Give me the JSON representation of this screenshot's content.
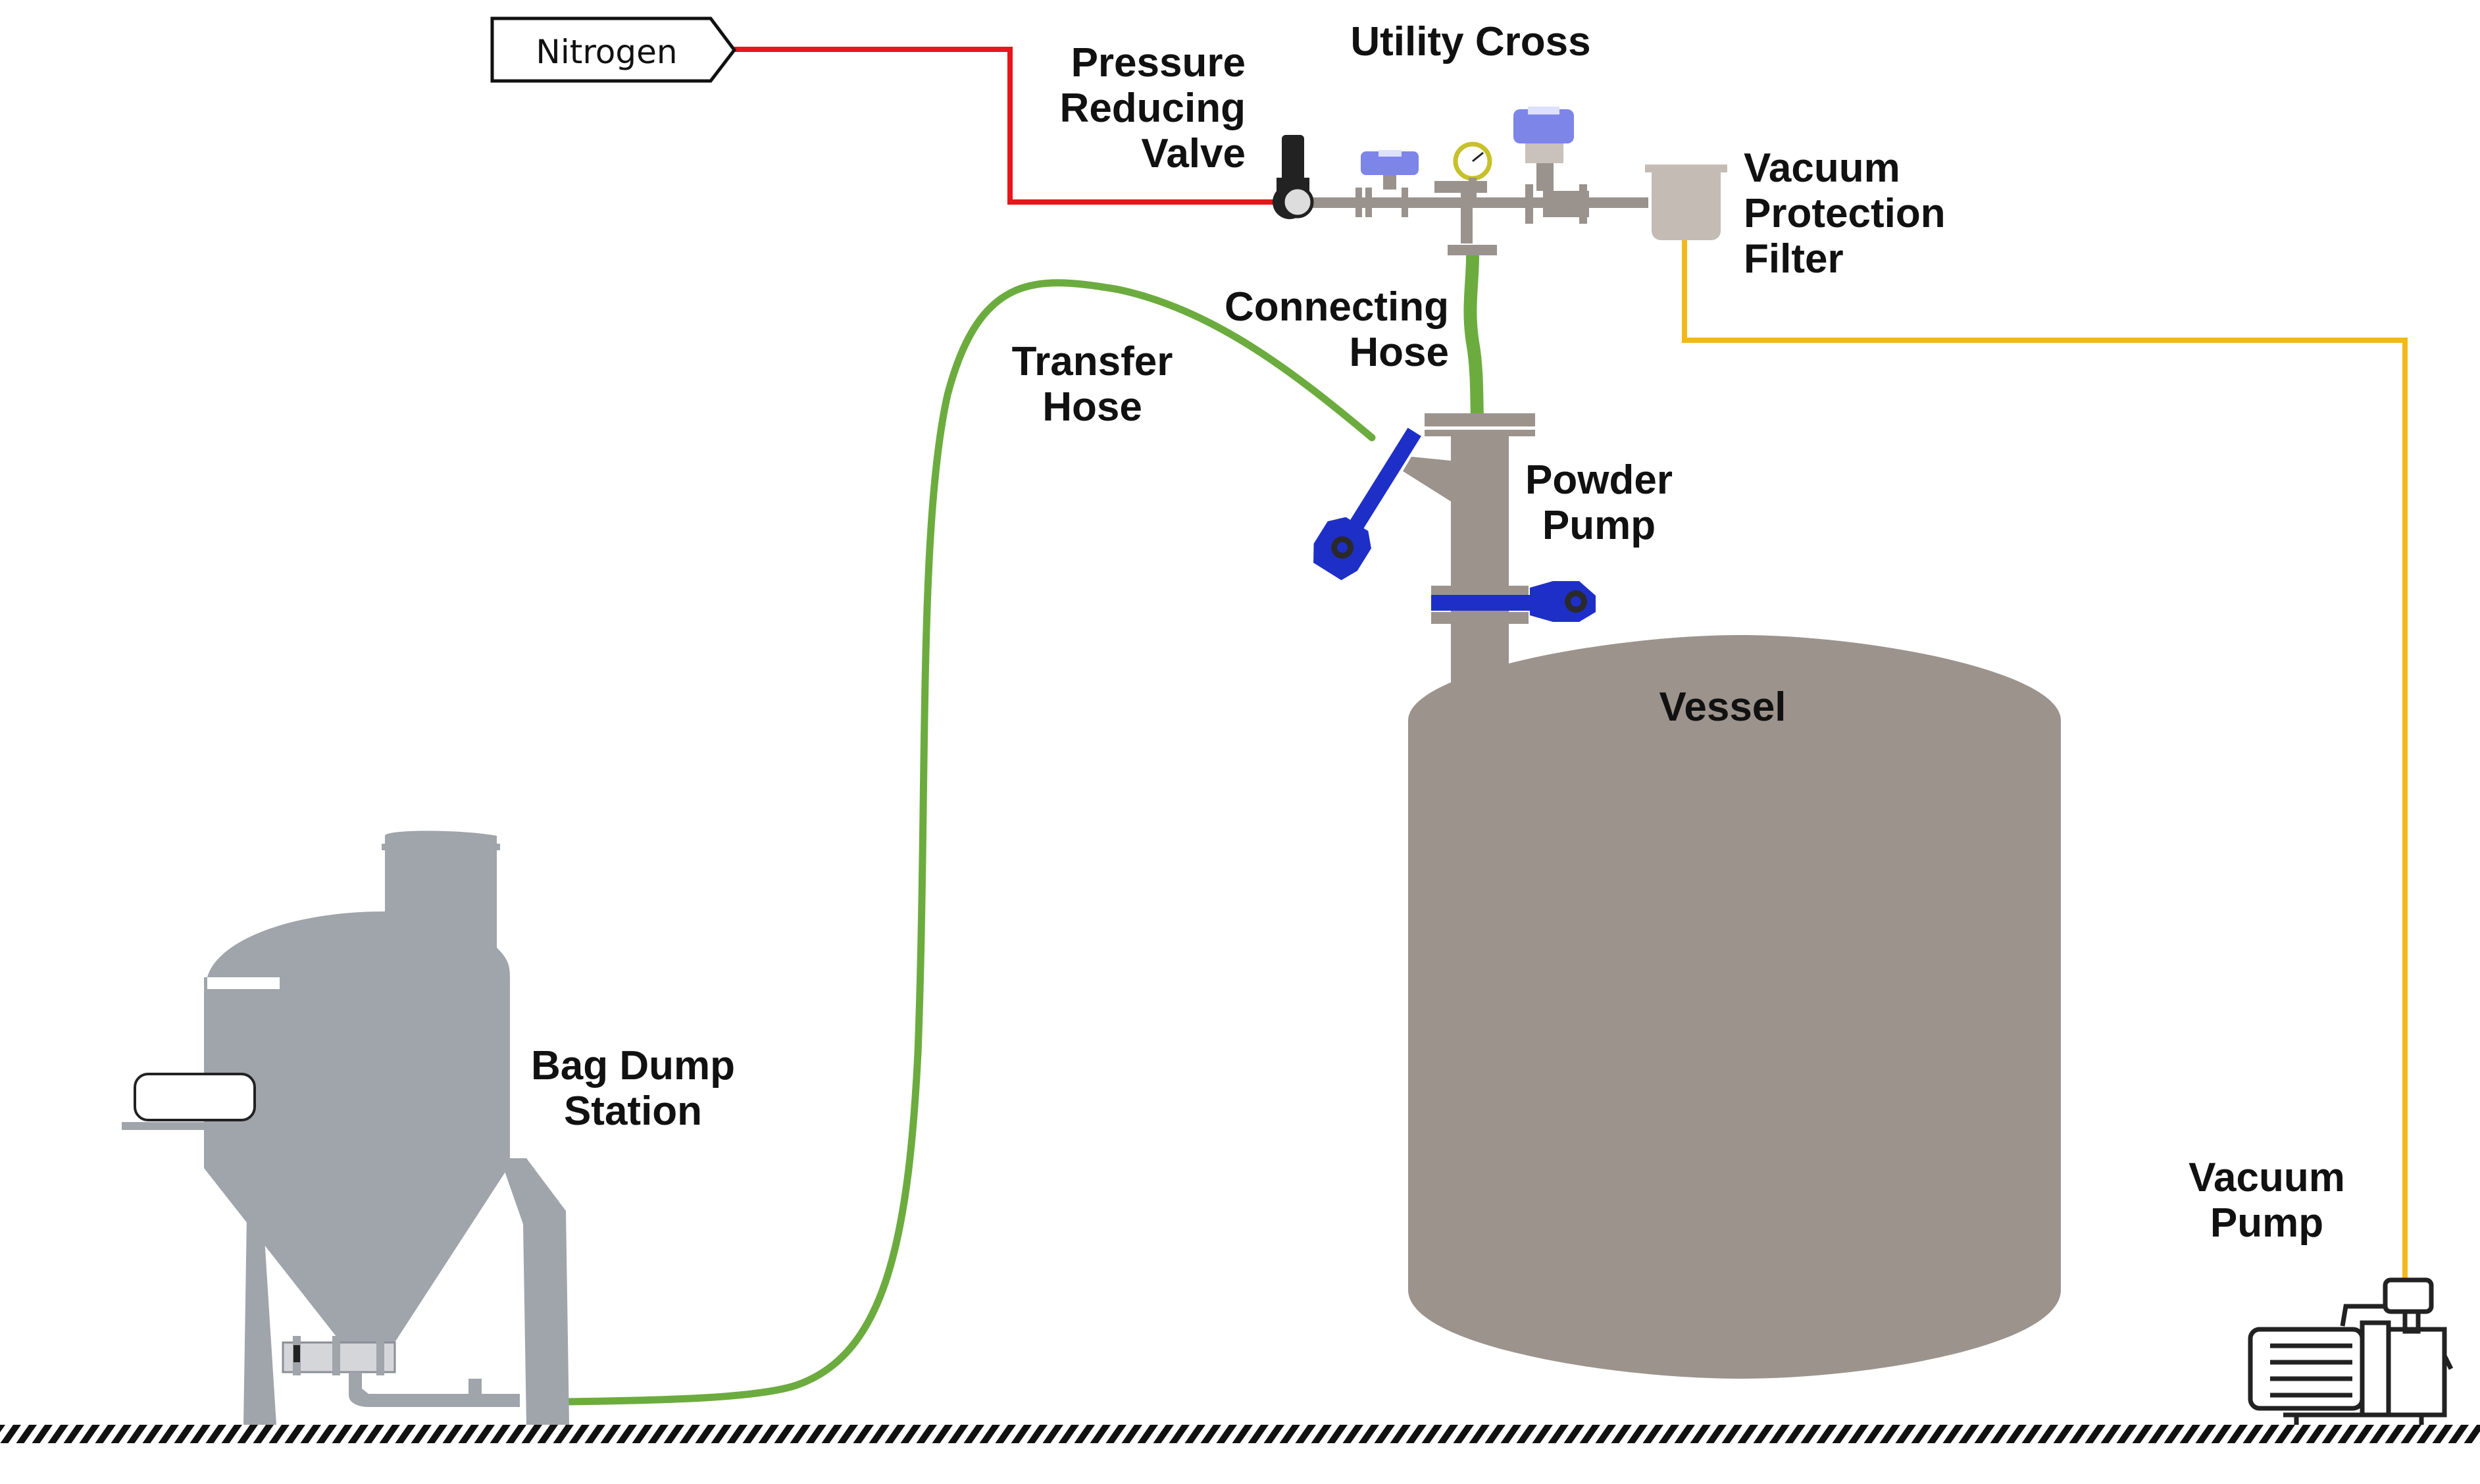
{
  "labels": {
    "nitrogen": "Nitrogen",
    "utility_cross": "Utility Cross",
    "prv": [
      "Pressure",
      "Reducing",
      "Valve"
    ],
    "vacuum_filter": [
      "Vacuum",
      "Protection",
      "Filter"
    ],
    "connecting_hose": [
      "Connecting",
      "Hose"
    ],
    "transfer_hose": [
      "Transfer",
      "Hose"
    ],
    "powder_pump": [
      "Powder",
      "Pump"
    ],
    "vessel": "Vessel",
    "bag_dump": [
      "Bag Dump",
      "Station"
    ],
    "vacuum_pump": [
      "Vacuum",
      "Pump"
    ]
  },
  "colors": {
    "nitrogen_line": "#e8161b",
    "hose": "#6cac3f",
    "vacuum_line": "#f2b81c",
    "vessel": "#9c938d",
    "station": "#a0a4ab",
    "valve_blue": "#1e2fc8",
    "actuator_blue": "#7d85e8",
    "pipe": "#9a928c",
    "ground": "#111111"
  },
  "icons": [
    "pressure-gauge-icon",
    "actuator-valve-icon",
    "butterfly-valve-icon",
    "motor-icon"
  ]
}
